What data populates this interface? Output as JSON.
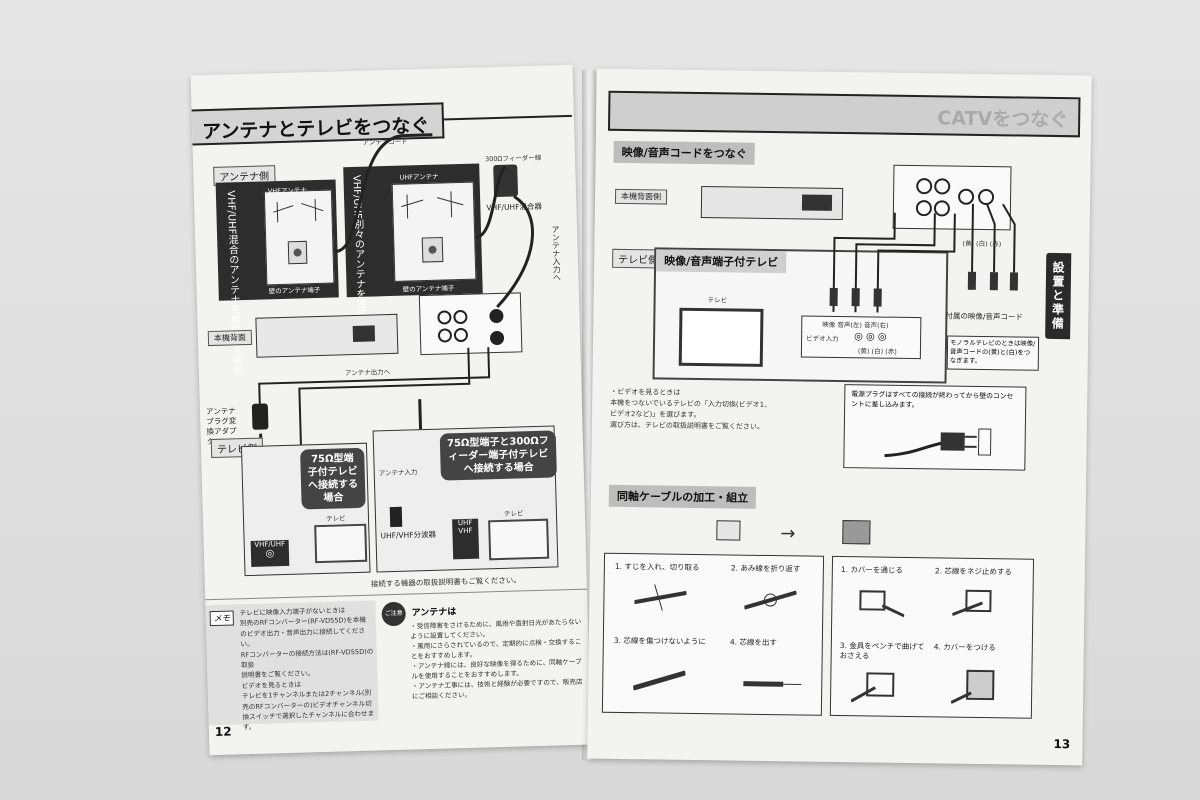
{
  "left_page": {
    "title": "アンテナとテレビをつなぐ",
    "antenna_side_label": "アンテナ側",
    "antenna_cord_label": "アンテナコード",
    "mixed_box_text": "VHF/UHF混合のアンテナを接続する場合",
    "separate_box_text": "VHF/UHF別々のアンテナを接続する場合",
    "vhf_antenna": "VHFアンテナ",
    "uhf_antenna": "UHFアンテナ",
    "antenna_terminal": "壁のアンテナ端子",
    "mixer_label": "VHF/UHF混合器",
    "feeder_label": "300Ωフィーダー線",
    "unit_back_label": "本機背面",
    "antenna_out_label": "アンテナ出力へ",
    "connector_label": "アンテナプラグ変換アダプター",
    "tv_side_label": "テレビ側",
    "callout_75": "75Ω型端子付テレビへ接続する場合",
    "callout_300": "75Ω型端子と300Ωフィーダー端子付テレビへ接続する場合",
    "tv_label": "テレビ",
    "vhf_uhf_badge": "VHF/UHF",
    "uhf_badge": "UHF",
    "vhf_badge": "VHF",
    "separator_label": "UHF/VHF分波器",
    "input_label": "アンテナ入力",
    "vertical_note": "アンテナ入力へ",
    "connect_note": "接続する機器の取扱説明書もご覧ください。",
    "memo_label": "メモ",
    "memo_lines": [
      "テレビに映像入力端子がないときは",
      "別売のRFコンバーター(RF-VD55D)を本機",
      "のビデオ出力・音声出力に接続してください。",
      "RFコンバーターの接続方法は(RF-VD55D)の取扱",
      "説明書をご覧ください。",
      "ビデオを見るときは",
      "テレビを1チャンネルまたは2チャンネル(別",
      "売のRFコンバーターの)ビデオチャンネル切",
      "換スイッチで選択したチャンネルに合わせます。"
    ],
    "caution_label": "ご注意",
    "caution_title": "アンテナは",
    "caution_lines": [
      "・受信障害をさけるために、風雨や直射日光があたらないように設置してください。",
      "・風雨にさらされているので、定期的に点検・交換することをおすすめします。",
      "・アンテナ線には、良好な映像を得るために、同軸ケーブルを使用することをおすすめします。",
      "・アンテナ工事には、技術と経験が必要ですので、販売店にご相談ください。"
    ],
    "page_number": "12"
  },
  "right_page": {
    "title": "CATVをつなぐ",
    "section1_title": "映像/音声コードをつなぐ",
    "unit_back_label": "本機背面側",
    "tv_side_label": "テレビ側",
    "tv_panel_title": "映像/音声端子付テレビ",
    "tv_label": "テレビ",
    "jack_header": "映像 音声(左) 音声(右)",
    "video_input": "ビデオ入力",
    "jack_colors": "(黄)  (白)  (赤)",
    "cable_colors": "(黄) (白) (赤)",
    "cord_label": "付属の映像/音声コード",
    "mono_note": "モノラルテレビのときは映像/音声コードの(黄)と(白)をつなぎます。",
    "video_note_title": "・ビデオを見るときは",
    "video_note_lines": [
      "本機をつないでいるテレビの「入力切換(ビデオ1、",
      "ビデオ2など)」を選びます。",
      "選び方は、テレビの取扱説明書をご覧ください。"
    ],
    "power_note": "電源プラグはすべての接続が終わってから壁のコンセントに差し込みます。",
    "side_tab": "設置と準備",
    "section2_title": "同軸ケーブルの加工・組立",
    "steps_left": [
      "1. すじを入れ、切り取る",
      "2. あみ線を折り返す",
      "3. 芯線を傷つけないように",
      "4. 芯線を出す"
    ],
    "steps_right": [
      "1. カバーを通じる",
      "2. 芯線をネジ止めする",
      "3. 金具をペンチで曲げておさえる",
      "4. カバーをつける"
    ],
    "page_number": "13"
  }
}
